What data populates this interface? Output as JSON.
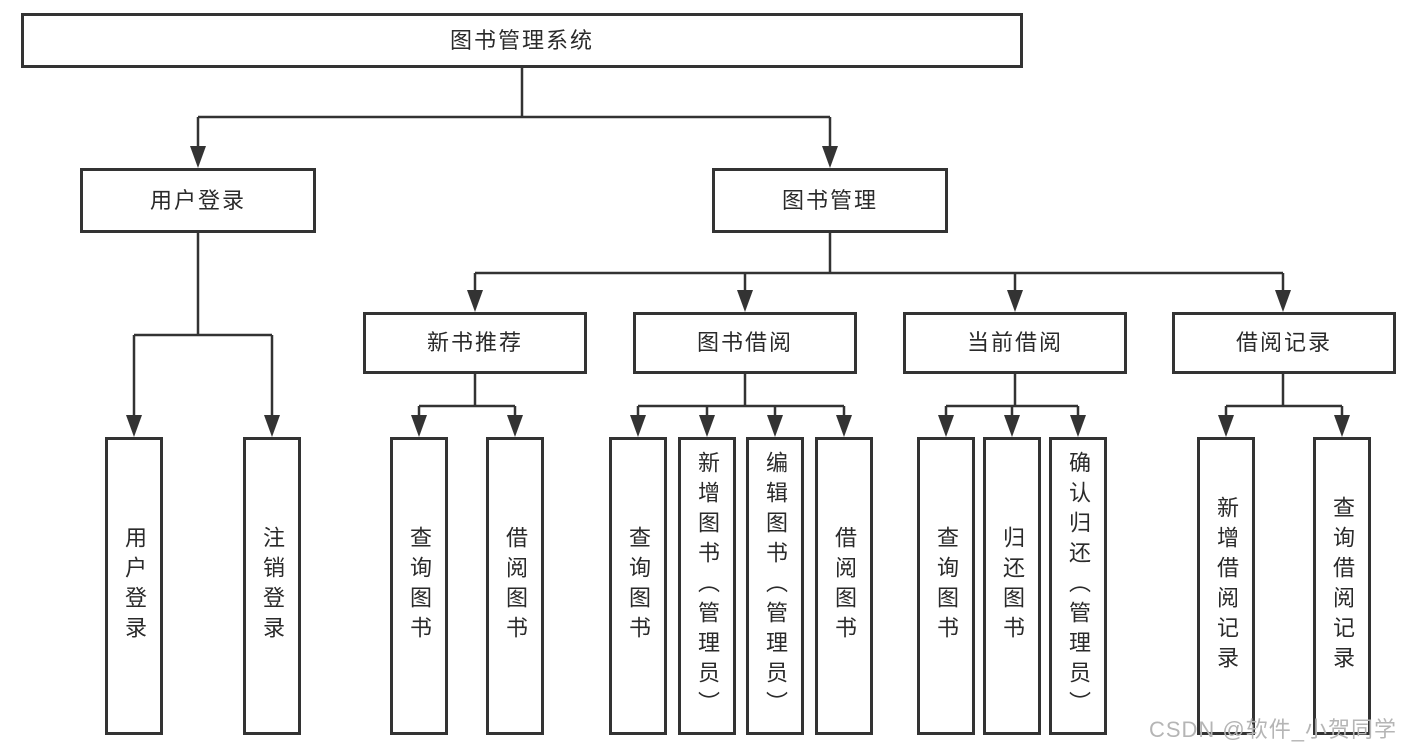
{
  "nodes": {
    "root": "图书管理系统",
    "l2": [
      "用户登录",
      "图书管理"
    ],
    "l3": [
      "新书推荐",
      "图书借阅",
      "当前借阅",
      "借阅记录"
    ]
  },
  "leaves": {
    "user": [
      "用户登录",
      "注销登录"
    ],
    "recommend": [
      "查询图书",
      "借阅图书"
    ],
    "borrow": [
      "查询图书",
      "新增图书（管理员）",
      "编辑图书（管理员）",
      "借阅图书"
    ],
    "current": [
      "查询图书",
      "归还图书",
      "确认归还（管理员）"
    ],
    "records": [
      "新增借阅记录",
      "查询借阅记录"
    ]
  },
  "watermark": {
    "text": "CSDN @软件_小贺同学"
  },
  "colors": {
    "line": "#333333",
    "text": "#2a2a2a",
    "watermark": "#b5b5b5",
    "background": "#ffffff"
  }
}
